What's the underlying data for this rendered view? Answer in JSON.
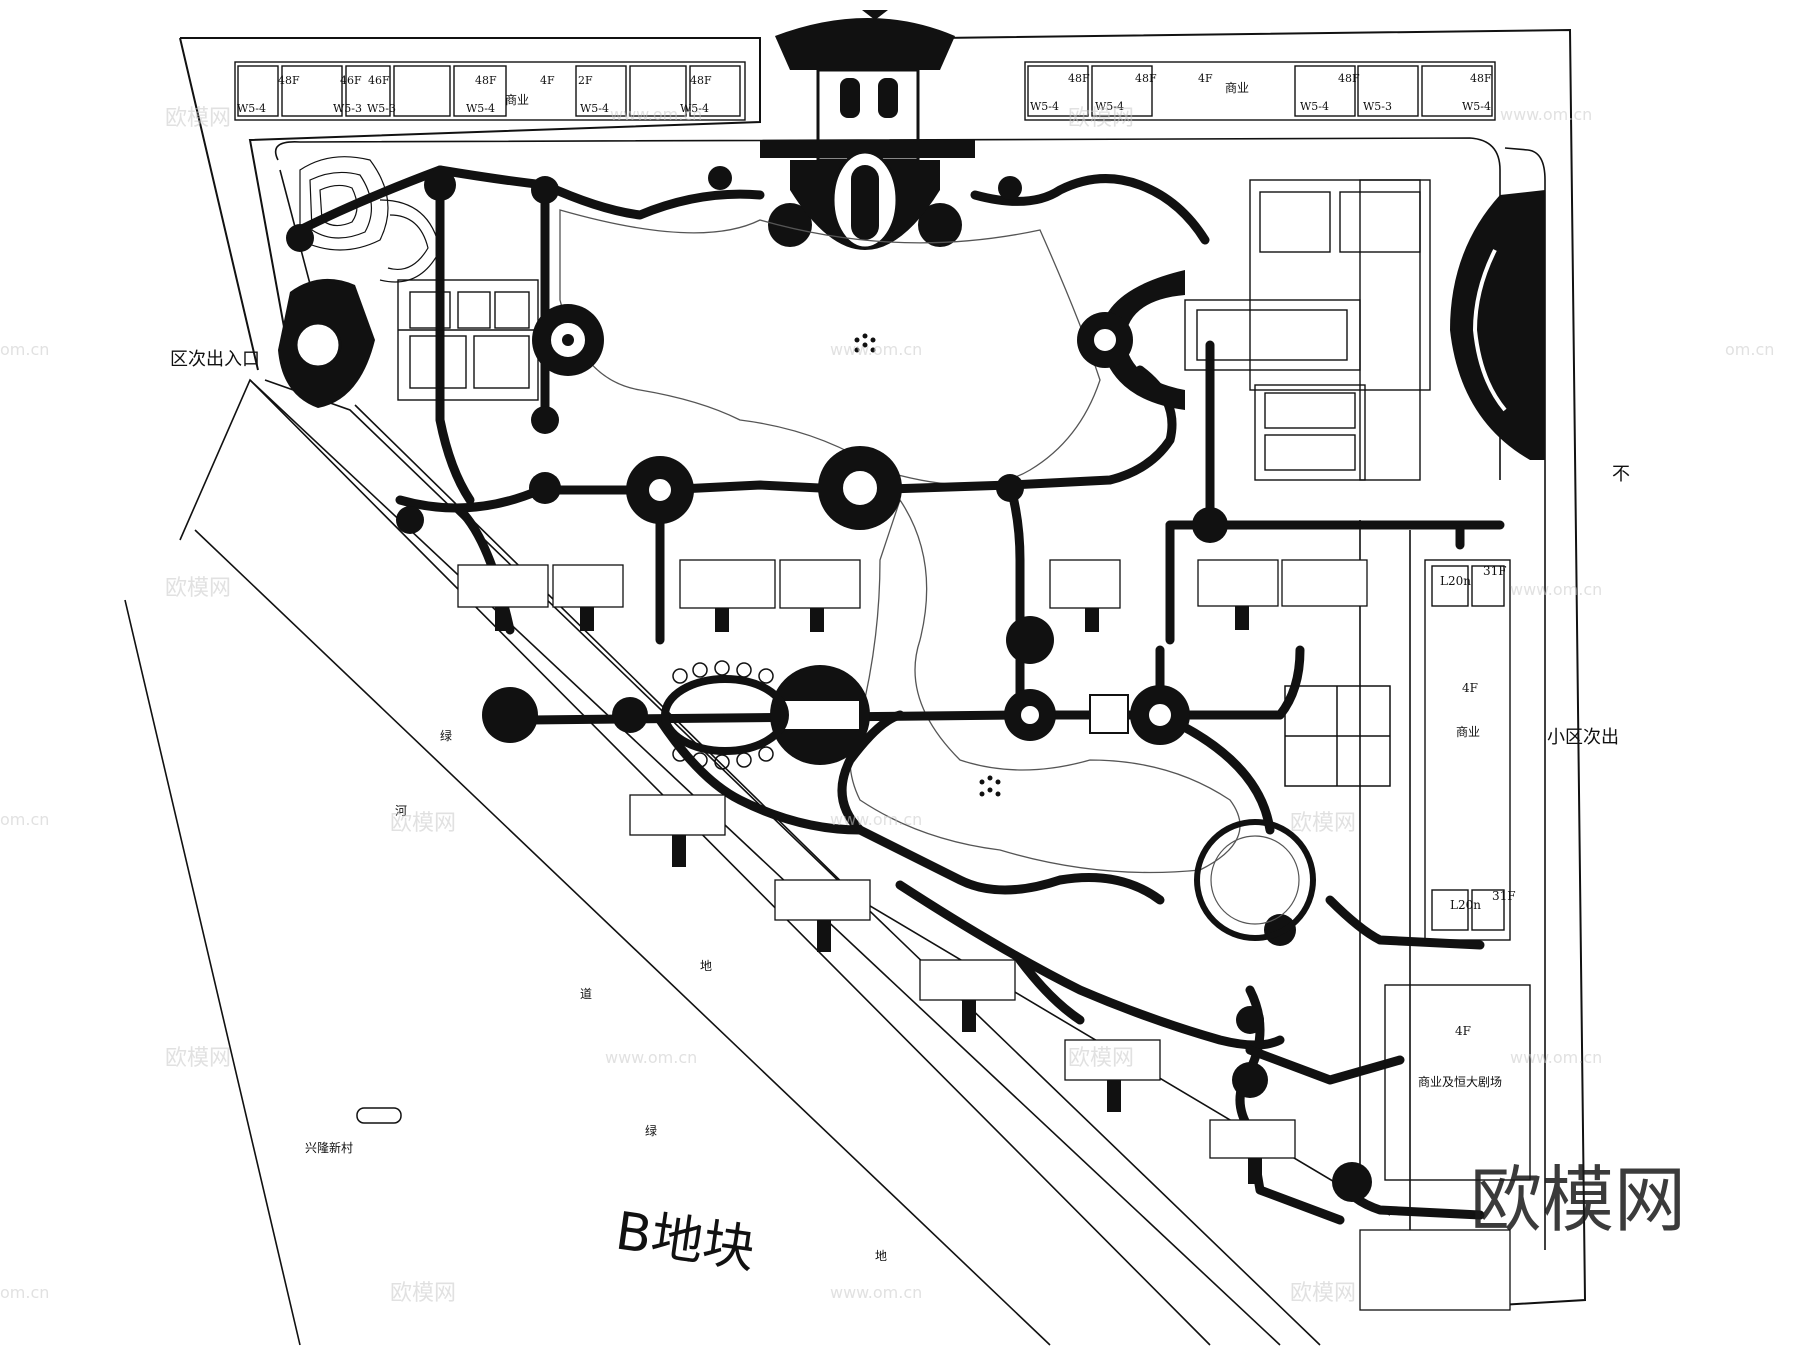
{
  "labels": {
    "entrance_left": "区次出入口",
    "entrance_right": "小区次出",
    "edge_char": "不",
    "village": "兴隆新村",
    "block": "B地块",
    "green_chars": [
      "绿",
      "河",
      "道",
      "地",
      "绿",
      "地"
    ],
    "top_left": {
      "floors": [
        "48F",
        "46F",
        "46F",
        "48F",
        "4F",
        "2F",
        "48F"
      ],
      "types": [
        "W5-4",
        "W5-3",
        "W5-3",
        "W5-4",
        "W5-4",
        "W5-4"
      ],
      "commerce": "商业"
    },
    "top_right": {
      "floors": [
        "48F",
        "48F",
        "4F",
        "48F",
        "48F"
      ],
      "types": [
        "W5-4",
        "W5-4",
        "W5-4",
        "W5-3",
        "W5-4"
      ],
      "commerce": "商业"
    },
    "east_block": {
      "tower_top": "L20n",
      "tower_top_floors": "31F",
      "mid_floors": "4F",
      "mid_use": "商业",
      "tower_bottom": "L20n",
      "tower_bottom_floors": "31F",
      "theater_floors": "4F",
      "theater_use": "商业及恒大剧场"
    }
  },
  "watermark": {
    "brand": "欧模网",
    "url": "www.om.cn",
    "url_edge": "om.cn"
  },
  "colors": {
    "ink": "#111111",
    "water_line": "#555555",
    "watermark": "#c9c9c9"
  }
}
